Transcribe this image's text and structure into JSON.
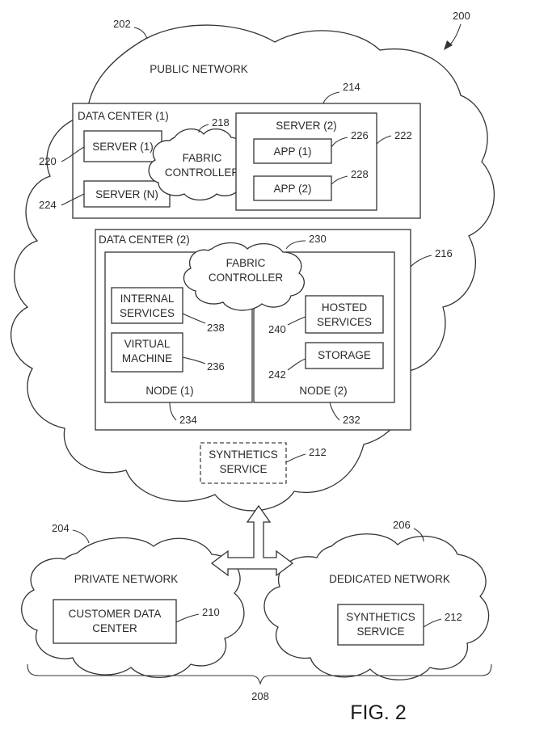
{
  "figure_ref": "200",
  "fig_label": "FIG. 2",
  "public_network": {
    "ref": "202",
    "label": "PUBLIC NETWORK",
    "data_center_1": {
      "ref": "214",
      "label": "DATA CENTER (1)",
      "server_1": {
        "label": "SERVER (1)",
        "ref": "220"
      },
      "server_n": {
        "label": "SERVER (N)",
        "ref": "224"
      },
      "fabric_controller": {
        "line1": "FABRIC",
        "line2": "CONTROLLER",
        "ref": "218"
      },
      "server_2": {
        "label": "SERVER (2)",
        "ref": "222",
        "app_1": {
          "label": "APP (1)",
          "ref": "226"
        },
        "app_2": {
          "label": "APP (2)",
          "ref": "228"
        }
      }
    },
    "data_center_2": {
      "ref": "216",
      "label": "DATA CENTER (2)",
      "fabric_controller": {
        "line1": "FABRIC",
        "line2": "CONTROLLER",
        "ref": "230"
      },
      "node_1": {
        "label": "NODE (1)",
        "ref": "234",
        "internal_services": {
          "line1": "INTERNAL",
          "line2": "SERVICES",
          "ref": "238"
        },
        "virtual_machine": {
          "line1": "VIRTUAL",
          "line2": "MACHINE",
          "ref": "236"
        }
      },
      "node_2": {
        "label": "NODE (2)",
        "ref": "232",
        "hosted_services": {
          "line1": "HOSTED",
          "line2": "SERVICES",
          "ref": "240"
        },
        "storage": {
          "label": "STORAGE",
          "ref": "242"
        }
      }
    },
    "synthetics_service": {
      "line1": "SYNTHETICS",
      "line2": "SERVICE",
      "ref": "212"
    }
  },
  "private_network": {
    "ref": "204",
    "label": "PRIVATE NETWORK",
    "customer_data_center": {
      "line1": "CUSTOMER DATA",
      "line2": "CENTER",
      "ref": "210"
    }
  },
  "dedicated_network": {
    "ref": "206",
    "label": "DEDICATED NETWORK",
    "synthetics_service": {
      "line1": "SYNTHETICS",
      "line2": "SERVICE",
      "ref": "212"
    }
  },
  "group_ref": "208"
}
